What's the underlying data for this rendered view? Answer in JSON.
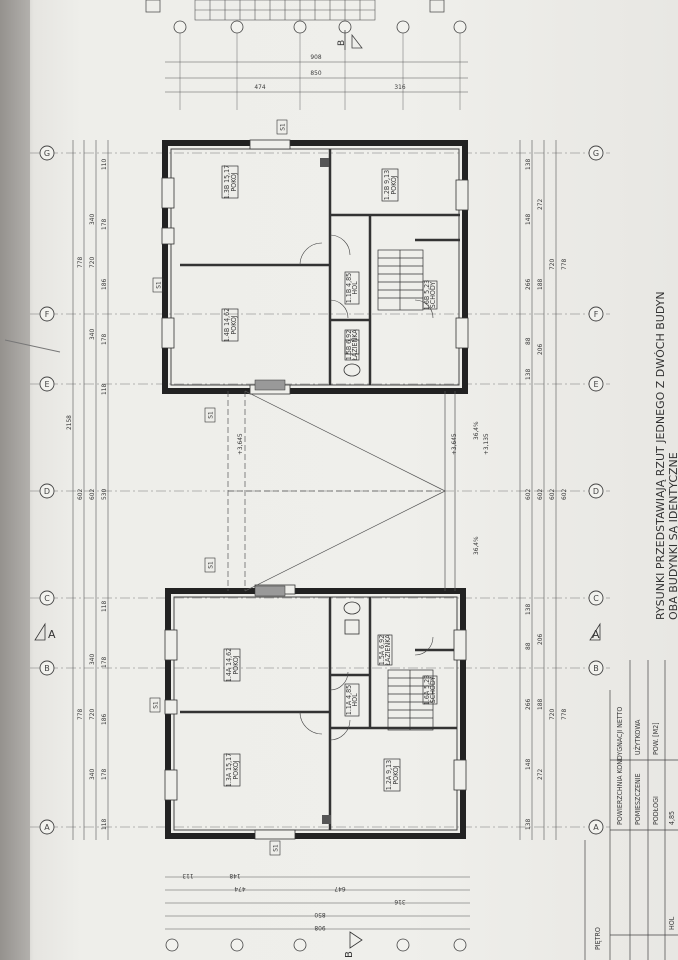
{
  "axes": {
    "A": "A",
    "B": "B",
    "C": "C",
    "D": "D",
    "E": "E",
    "F": "F",
    "G": "G"
  },
  "labels": {
    "sectionA": "A",
    "sectionB": "B",
    "s1": "S1"
  },
  "caption": {
    "line1": "RYSUNKI PRZEDSTAWIAJĄ RZUT JEDNEGO Z DWÓCH BUDYN",
    "line2": "OBA BUDYNKI SĄ IDENTYCZNE"
  },
  "rooms": {
    "upper": [
      {
        "area": "1.3B 15,17",
        "name": "POKÓJ"
      },
      {
        "area": "1.4B 14,62",
        "name": "POKÓJ"
      },
      {
        "area": "1.2B 9,13",
        "name": "POKÓJ"
      },
      {
        "area": "1.1B 4,85",
        "name": "HOL"
      },
      {
        "area": "1.5B 6,92",
        "name": "ŁAZIENKA"
      },
      {
        "area": "1.6B 5,23",
        "name": "SCHODY"
      }
    ],
    "lower": [
      {
        "area": "1.4A 14,62",
        "name": "POKÓJ"
      },
      {
        "area": "1.3A 15,17",
        "name": "POKÓJ"
      },
      {
        "area": "1.2A 9,13",
        "name": "POKÓJ"
      },
      {
        "area": "1.1A 4,85",
        "name": "HOL"
      },
      {
        "area": "1.5A 6,92",
        "name": "ŁAZIENKA"
      },
      {
        "area": "1.6A 5,23",
        "name": "SCHODY"
      }
    ]
  },
  "levels": {
    "l1": "+3,645",
    "l2": "+3,645",
    "l3": "+3,135",
    "slope1": "36,4%",
    "slope2": "36,4%"
  },
  "dims": {
    "top": [
      "908",
      "850",
      "474",
      "316"
    ],
    "left": {
      "total": "2158",
      "d778a": "778",
      "d778b": "778",
      "d720a": "720",
      "d720b": "720",
      "d602a": "602",
      "d602b": "602",
      "d530": "530",
      "d340a": "340",
      "d340b": "340",
      "d340c": "340",
      "d340d": "340",
      "d110": "110",
      "d178a": "178",
      "d186a": "186",
      "d178b": "178",
      "d118a": "118",
      "d118b": "118",
      "d178c": "178",
      "d186b": "186",
      "d178d": "178",
      "d118c": "118"
    },
    "right": {
      "d138a": "138",
      "d148a": "148",
      "d266a": "266",
      "d88a": "88",
      "d138b": "138",
      "d602a": "602",
      "d138c": "138",
      "d88b": "88",
      "d266b": "266",
      "d148b": "148",
      "d138d": "138",
      "d272a": "272",
      "d188a": "188",
      "d206a": "206",
      "d602b": "602",
      "d206b": "206",
      "d188b": "188",
      "d272b": "272",
      "d720a": "720",
      "d602c": "602",
      "d720b": "720",
      "d778a": "778",
      "d602d": "602",
      "d778b": "778"
    },
    "bottom": {
      "d113": "113",
      "d148": "148",
      "d474": "474",
      "d647": "647",
      "d316": "316",
      "d850": "850",
      "d908": "908"
    }
  },
  "table": {
    "title": "PIĘTRO",
    "header": "POWIERZCHNIA KONDYGNACJI NETTO",
    "col1": "POMIESZCZENIE",
    "col2": "UŻYTKOWA",
    "sub1": "PODŁOGI",
    "sub2": "POW. [M2]",
    "row1": "4,85",
    "row1label": "HOL"
  }
}
